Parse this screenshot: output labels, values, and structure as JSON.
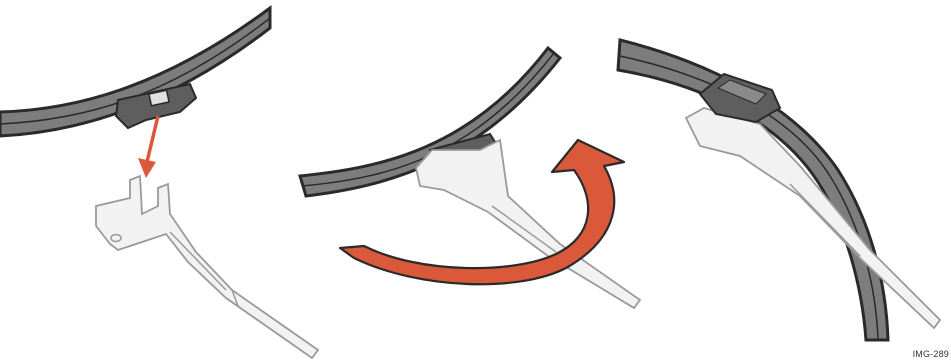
{
  "figure": {
    "image_code": "IMG-289",
    "colors": {
      "blade_fill": "#7d7d7d",
      "blade_stroke": "#2a2a2a",
      "arm_fill": "#f2f2f2",
      "arm_stroke": "#9a9a9a",
      "arrow_fill": "#d9593a",
      "arrow_stroke": "#2a2a2a"
    },
    "steps": [
      {
        "id": "attach",
        "icon": "down-arrow-icon"
      },
      {
        "id": "rotate",
        "icon": "rotation-arrow-icon"
      },
      {
        "id": "locked",
        "icon": "clip-lock-icon"
      }
    ]
  }
}
